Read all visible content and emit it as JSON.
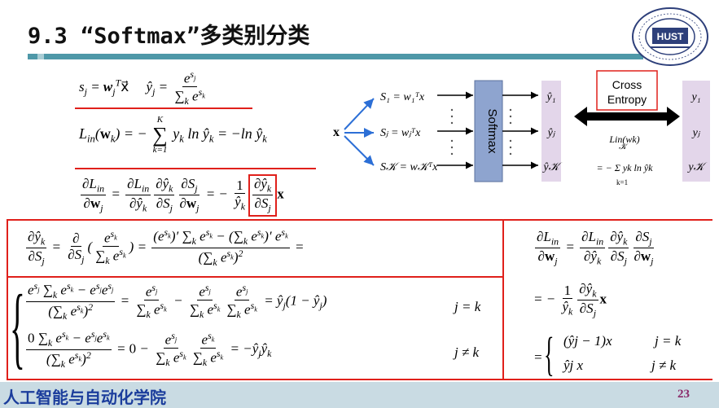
{
  "header": {
    "title": "9.3 “Softmax”多类别分类",
    "logo_text": "HUST",
    "logo_ring_text": "UNIVERSITY OF SCIENCE AND TECHNOLOGY"
  },
  "network": {
    "input_label": "x",
    "score_labels": [
      "S₁ = w₁ᵀx",
      "Sⱼ = wⱼᵀx",
      "S𝒦 = w𝒦ᵀx"
    ],
    "softmax_label": "Softmax",
    "output_labels": [
      "ŷ₁",
      "ŷⱼ",
      "ŷ𝒦"
    ],
    "cross_entropy_label": "Cross Entropy",
    "target_labels": [
      "y₁",
      "yⱼ",
      "y𝒦"
    ],
    "loss_top": "Lin(wk)",
    "loss_bottom": "= − Σ yk ln ŷk",
    "sum_upper": "𝒦",
    "sum_lower": "k=1",
    "colors": {
      "box_fill": "#8ea4cf",
      "output_fill": "#e3d6ea",
      "arrow_blue": "#2c6fd6",
      "red": "#e0201b"
    }
  },
  "equations": {
    "eq1_sum_label": "k",
    "eq2_sum_upper": "K",
    "eq2_sum_lower": "k=1",
    "case_j_eq_k": "j = k",
    "case_j_ne_k": "j ≠ k",
    "right_case_top": "(ŷj − 1)x",
    "right_case_bottom": "ŷj x"
  },
  "footer": {
    "institution": "人工智能与自动化学院",
    "page_number": "23"
  }
}
